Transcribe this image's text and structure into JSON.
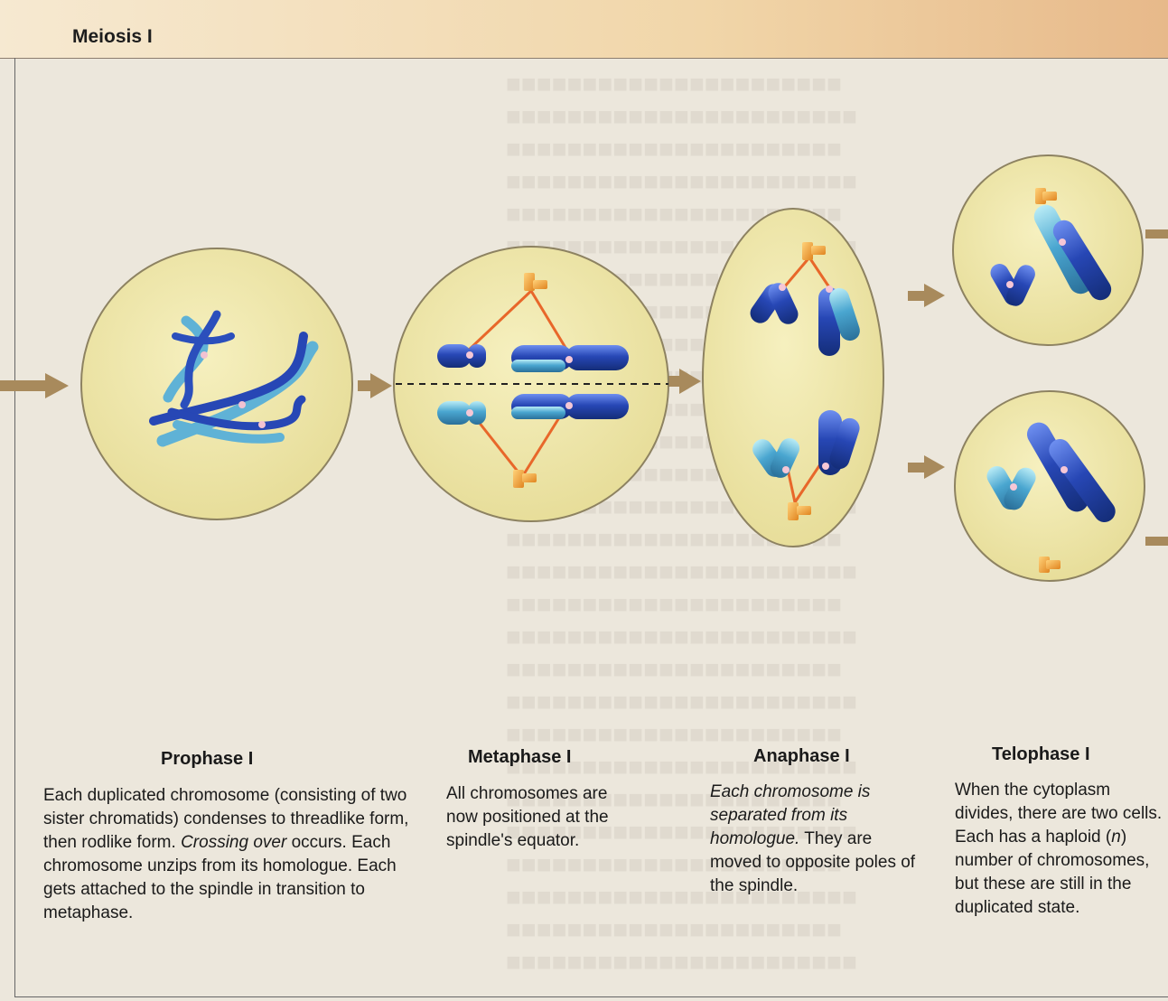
{
  "header": {
    "title": "Meiosis I"
  },
  "stages": [
    {
      "title": "Prophase I",
      "description": [
        {
          "t": "Each duplicated chromosome (consisting of two sister chromatids) condenses to threadlike form, then rodlike form. "
        },
        {
          "t": "Crossing over",
          "i": true
        },
        {
          "t": " occurs. Each chromosome unzips from its homologue. Each gets attached to the spindle in transition to metaphase."
        }
      ]
    },
    {
      "title": "Metaphase I",
      "description": [
        {
          "t": "All chromosomes are now positioned at the spindle's equator."
        }
      ]
    },
    {
      "title": "Anaphase I",
      "description": [
        {
          "t": "Each chromosome is separated from its homologue.",
          "i": true
        },
        {
          "t": " They are moved to opposite poles of the spindle."
        }
      ]
    },
    {
      "title": "Telophase I",
      "description": [
        {
          "t": "When the cytoplasm divides, there are two cells. Each has a haploid ("
        },
        {
          "t": "n",
          "i": true
        },
        {
          "t": ") number of chromosomes, but these are still in the duplicated state."
        }
      ]
    }
  ],
  "colors": {
    "cell_fill": "#eee6a6",
    "cell_stroke": "#8d8261",
    "chromosome_dark": "#1f3f9e",
    "chromosome_light": "#4fa3c9",
    "centriole": "#f2a23a",
    "spindle_fiber": "#e8672a",
    "arrow": "#a88a5c"
  }
}
